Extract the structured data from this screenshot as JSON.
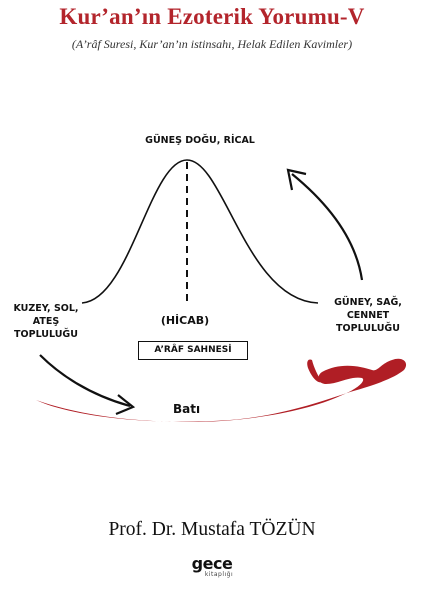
{
  "cover": {
    "title": "Kur’an’ın Ezoterik Yorumu-V",
    "subtitle": "(A’râf Suresi, Kur’an’ın istinsahı, Helak Edilen Kavimler)",
    "diagram": {
      "top_label": "GÜNEŞ DOĞU, RİCAL",
      "left_label": [
        "KUZEY, SOL,",
        "ATEŞ",
        "TOPLULUĞU"
      ],
      "right_label": [
        "GÜNEY, SAĞ,",
        "CENNET",
        "TOPLULUĞU"
      ],
      "center_label": "(HİCAB)",
      "box_label": "A’RÂF SAHNESİ",
      "bottom_label": "Batı"
    },
    "author": "Prof. Dr. Mustafa TÖZÜN",
    "publisher": {
      "name": "gece",
      "sub": "kitaplığı"
    },
    "colors": {
      "title": "#b3252c",
      "brush": "#b01e25",
      "ink": "#111111"
    }
  }
}
